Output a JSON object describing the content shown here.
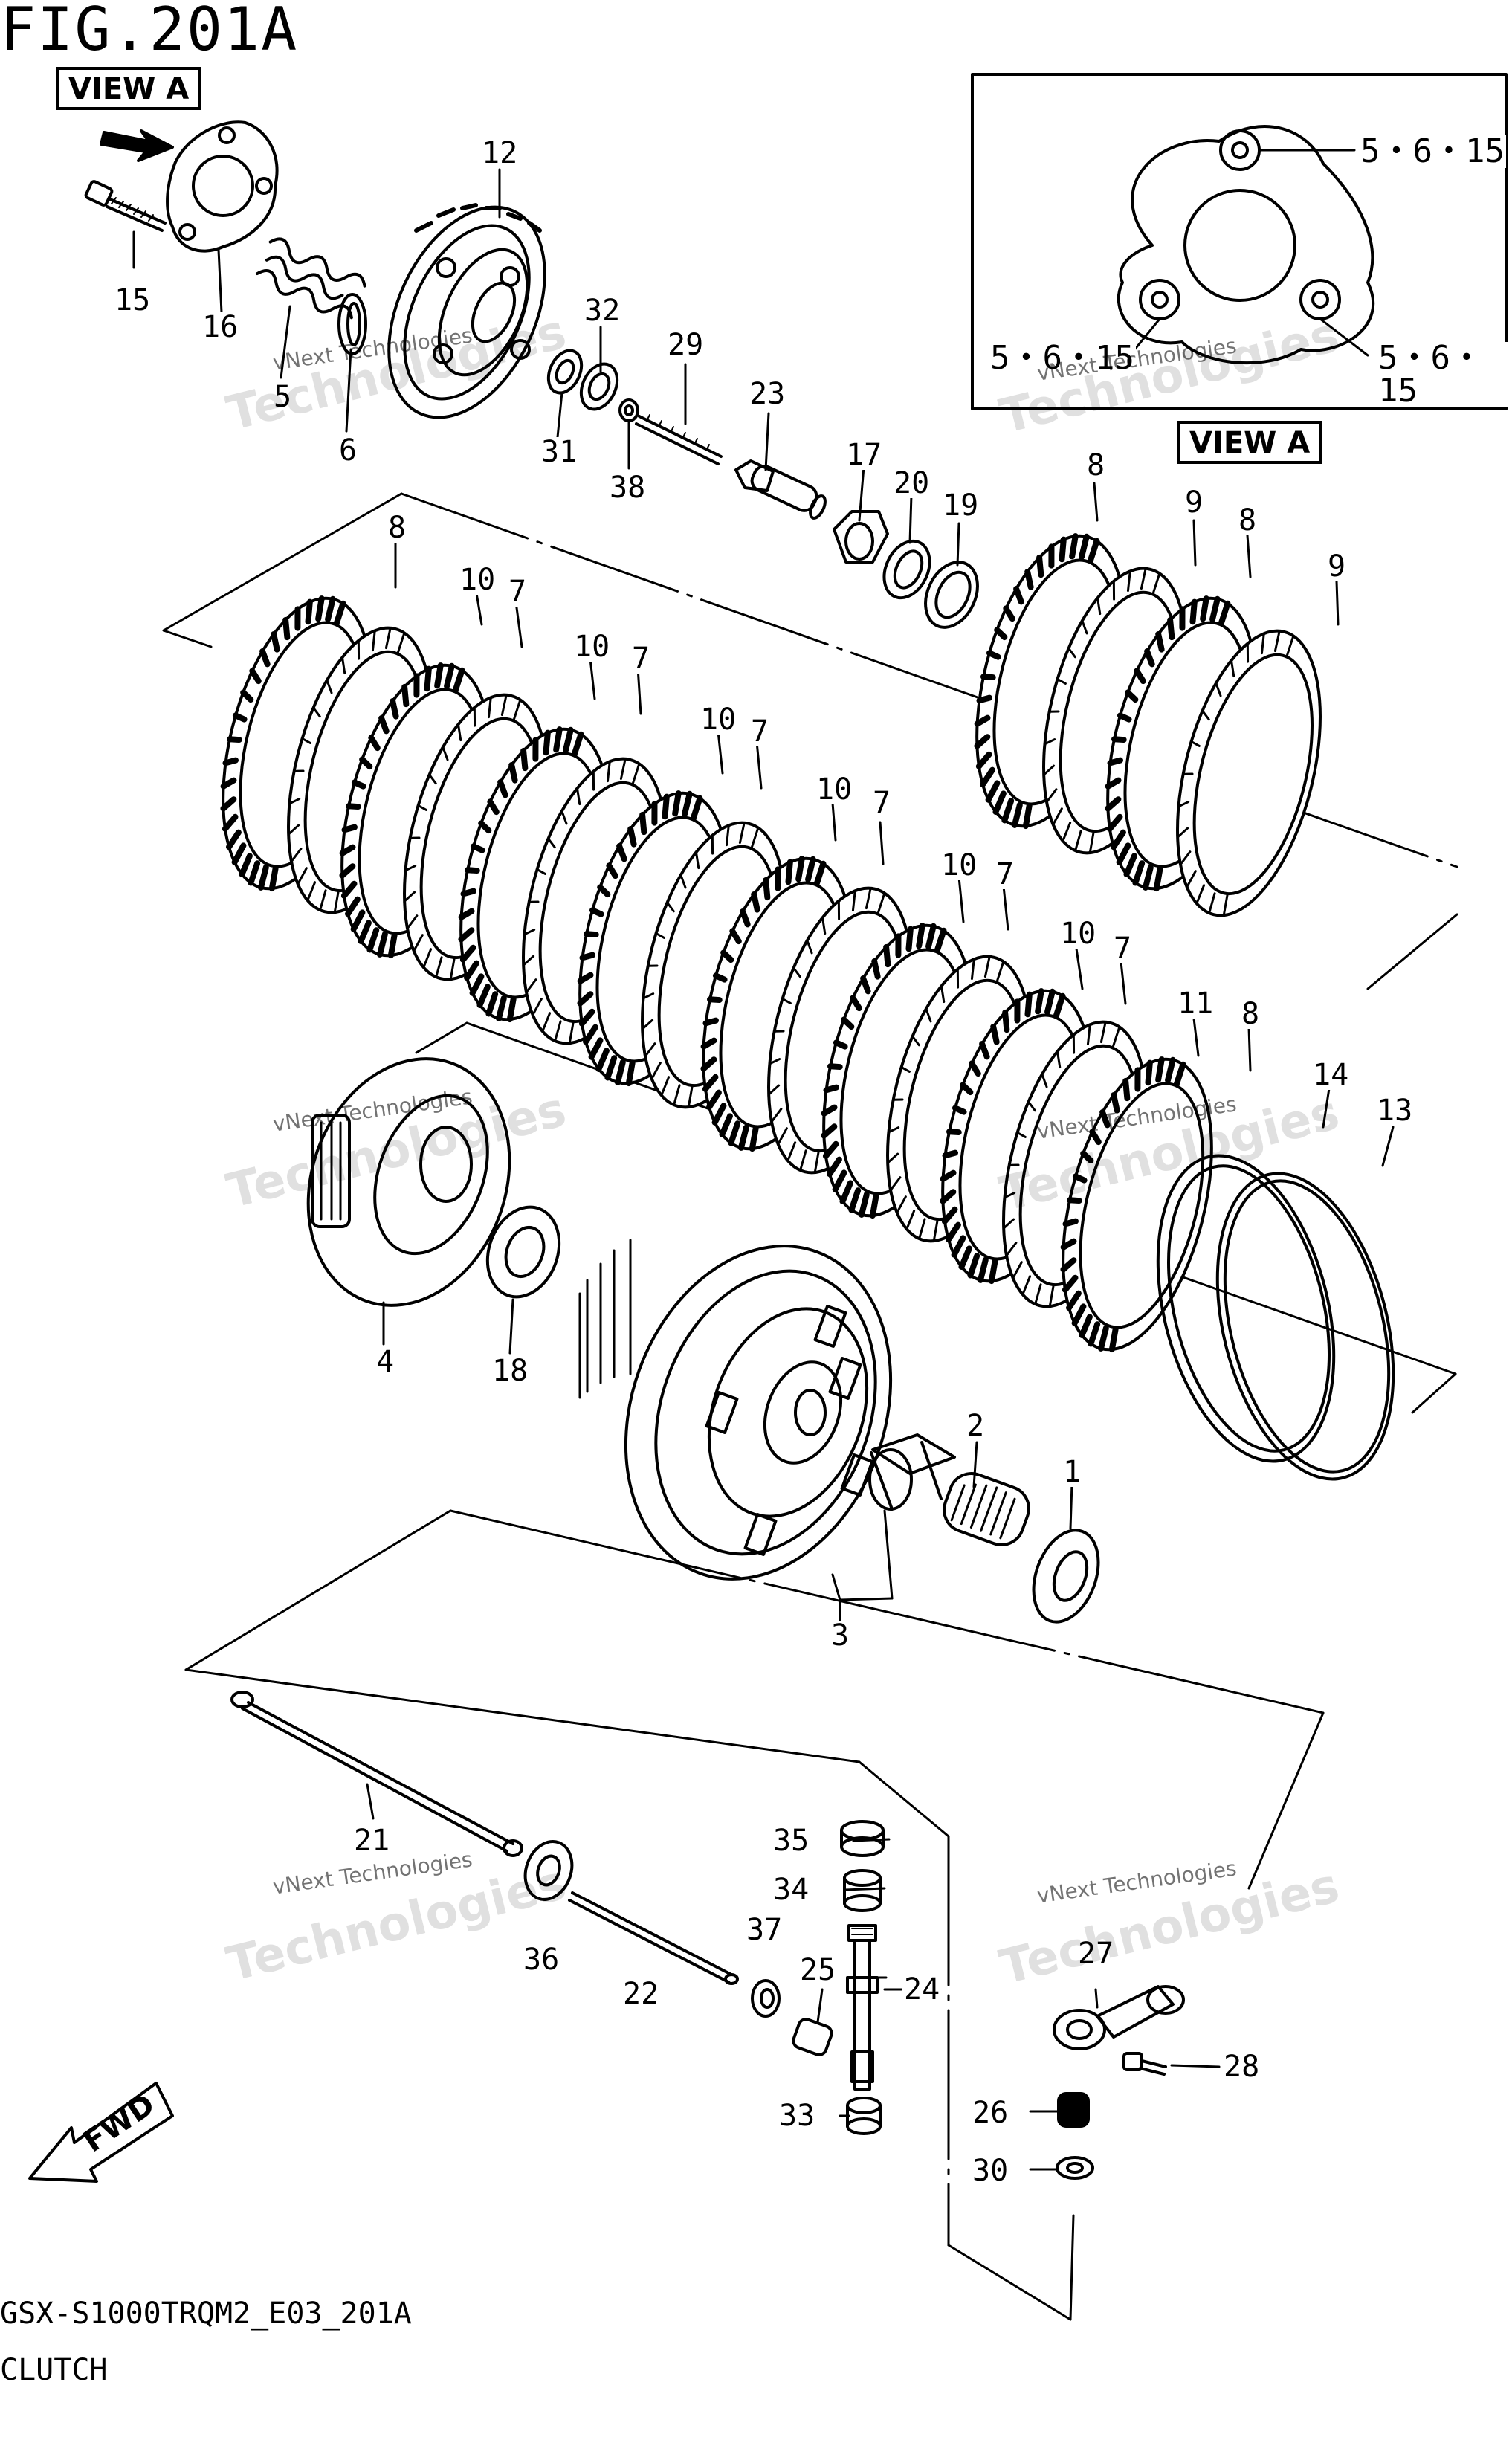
{
  "figure": {
    "title": "FIG.201A",
    "view_a_label": "VIEW A",
    "model_code": "GSX-S1000TRQM2_E03_201A",
    "section_name": "CLUTCH",
    "fwd_label": "FWD",
    "watermark_line1": "vNext Technologies",
    "watermark_line2": "Technologies",
    "watermark_small": "vNext"
  },
  "inset": {
    "labels": [
      "5・6・15",
      "5・6・15",
      "5・6・15"
    ]
  },
  "callouts": [
    {
      "id": "c12",
      "text": "12"
    },
    {
      "id": "c15",
      "text": "15"
    },
    {
      "id": "c16",
      "text": "16"
    },
    {
      "id": "c5",
      "text": "5"
    },
    {
      "id": "c6",
      "text": "6"
    },
    {
      "id": "c32",
      "text": "32"
    },
    {
      "id": "c31",
      "text": "31"
    },
    {
      "id": "c38",
      "text": "38"
    },
    {
      "id": "c29",
      "text": "29"
    },
    {
      "id": "c23",
      "text": "23"
    },
    {
      "id": "c17",
      "text": "17"
    },
    {
      "id": "c20",
      "text": "20"
    },
    {
      "id": "c19",
      "text": "19"
    },
    {
      "id": "c8a",
      "text": "8"
    },
    {
      "id": "c9a",
      "text": "9"
    },
    {
      "id": "c8b",
      "text": "8"
    },
    {
      "id": "c9b",
      "text": "9"
    },
    {
      "id": "c8c",
      "text": "8"
    },
    {
      "id": "c10a",
      "text": "10"
    },
    {
      "id": "c7a",
      "text": "7"
    },
    {
      "id": "c10b",
      "text": "10"
    },
    {
      "id": "c7b",
      "text": "7"
    },
    {
      "id": "c10c",
      "text": "10"
    },
    {
      "id": "c7c",
      "text": "7"
    },
    {
      "id": "c10d",
      "text": "10"
    },
    {
      "id": "c7d",
      "text": "7"
    },
    {
      "id": "c10e",
      "text": "10"
    },
    {
      "id": "c7e",
      "text": "7"
    },
    {
      "id": "c10f",
      "text": "10"
    },
    {
      "id": "c7f",
      "text": "7"
    },
    {
      "id": "c11",
      "text": "11"
    },
    {
      "id": "c8d",
      "text": "8"
    },
    {
      "id": "c14",
      "text": "14"
    },
    {
      "id": "c13",
      "text": "13"
    },
    {
      "id": "c4",
      "text": "4"
    },
    {
      "id": "c18",
      "text": "18"
    },
    {
      "id": "c2",
      "text": "2"
    },
    {
      "id": "c1",
      "text": "1"
    },
    {
      "id": "c3",
      "text": "3"
    },
    {
      "id": "c21",
      "text": "21"
    },
    {
      "id": "c36",
      "text": "36"
    },
    {
      "id": "c22",
      "text": "22"
    },
    {
      "id": "c37",
      "text": "37"
    },
    {
      "id": "c35",
      "text": "35"
    },
    {
      "id": "c34",
      "text": "34"
    },
    {
      "id": "c25",
      "text": "25"
    },
    {
      "id": "c24",
      "text": "24"
    },
    {
      "id": "c33",
      "text": "33"
    },
    {
      "id": "c27",
      "text": "27"
    },
    {
      "id": "c28",
      "text": "28"
    },
    {
      "id": "c26",
      "text": "26"
    },
    {
      "id": "c30",
      "text": "30"
    }
  ]
}
